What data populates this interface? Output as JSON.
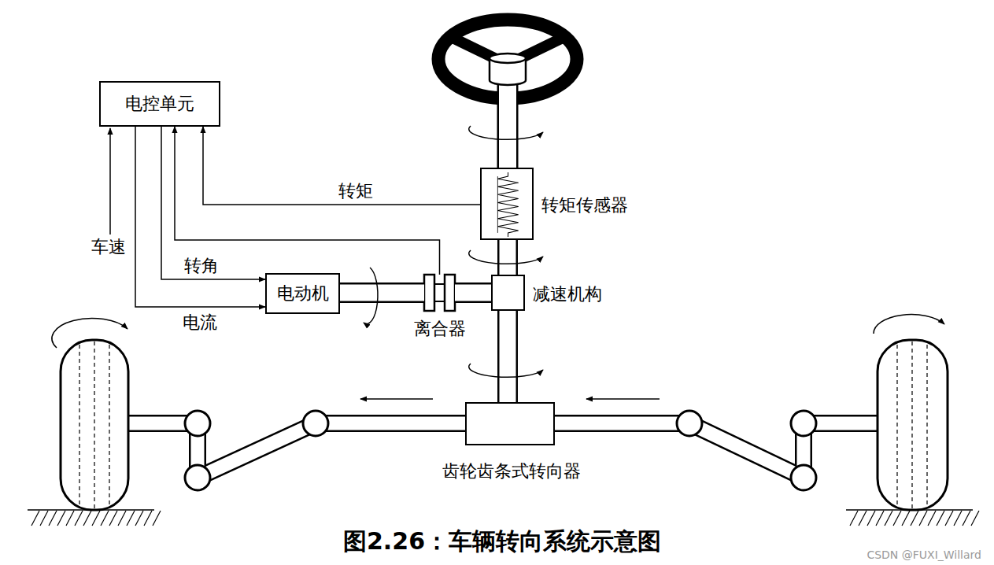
{
  "diagram": {
    "caption": "图2.26：车辆转向系统示意图",
    "nodes": [
      {
        "text": [
          "电控单元"
        ]
      },
      {
        "text": [
          "转矩传感器"
        ]
      },
      {
        "text": [
          "电动机"
        ]
      },
      {
        "text": [
          "离合器"
        ]
      },
      {
        "text": [
          "减速机构"
        ]
      },
      {
        "text": [
          "齿轮齿条式转向器"
        ]
      }
    ],
    "edges": [
      {
        "from": 1,
        "to": 0,
        "label": "转矩",
        "arrow": "to"
      },
      {
        "from": 3,
        "to": 0,
        "arrow": "to"
      },
      {
        "from": 0,
        "to": 2,
        "label": "转角",
        "arrow": "to"
      },
      {
        "from": 0,
        "to": 2,
        "label": "电流",
        "arrow": "to"
      },
      {
        "from": 2,
        "to": 3,
        "arrow": "none"
      },
      {
        "from": 3,
        "to": 4,
        "arrow": "none"
      },
      {
        "from": 1,
        "to": 4,
        "arrow": "none"
      },
      {
        "from": 4,
        "to": 5,
        "arrow": "none"
      }
    ],
    "labels": [
      "车速",
      "CSDN @FUXI_Willard"
    ]
  }
}
